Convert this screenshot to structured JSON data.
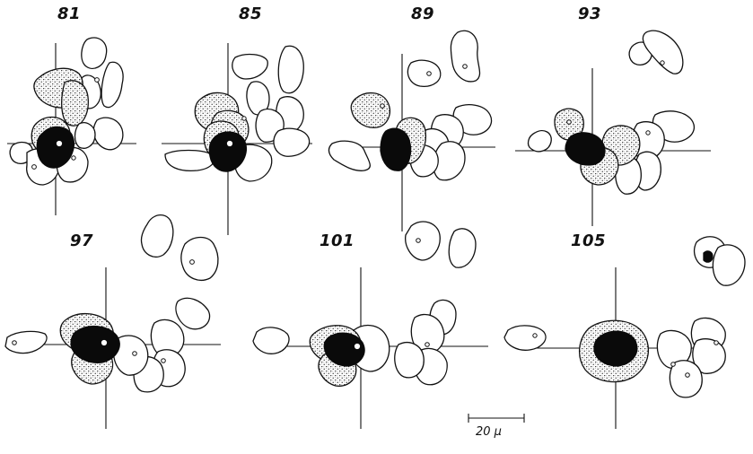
{
  "panels": [
    {
      "label": "81"
    },
    {
      "label": "85"
    },
    {
      "label": "89"
    },
    {
      "label": "93"
    },
    {
      "label": "97"
    },
    {
      "label": "101"
    },
    {
      "label": "105"
    }
  ],
  "scale_bar": {
    "label": "20 μ"
  }
}
